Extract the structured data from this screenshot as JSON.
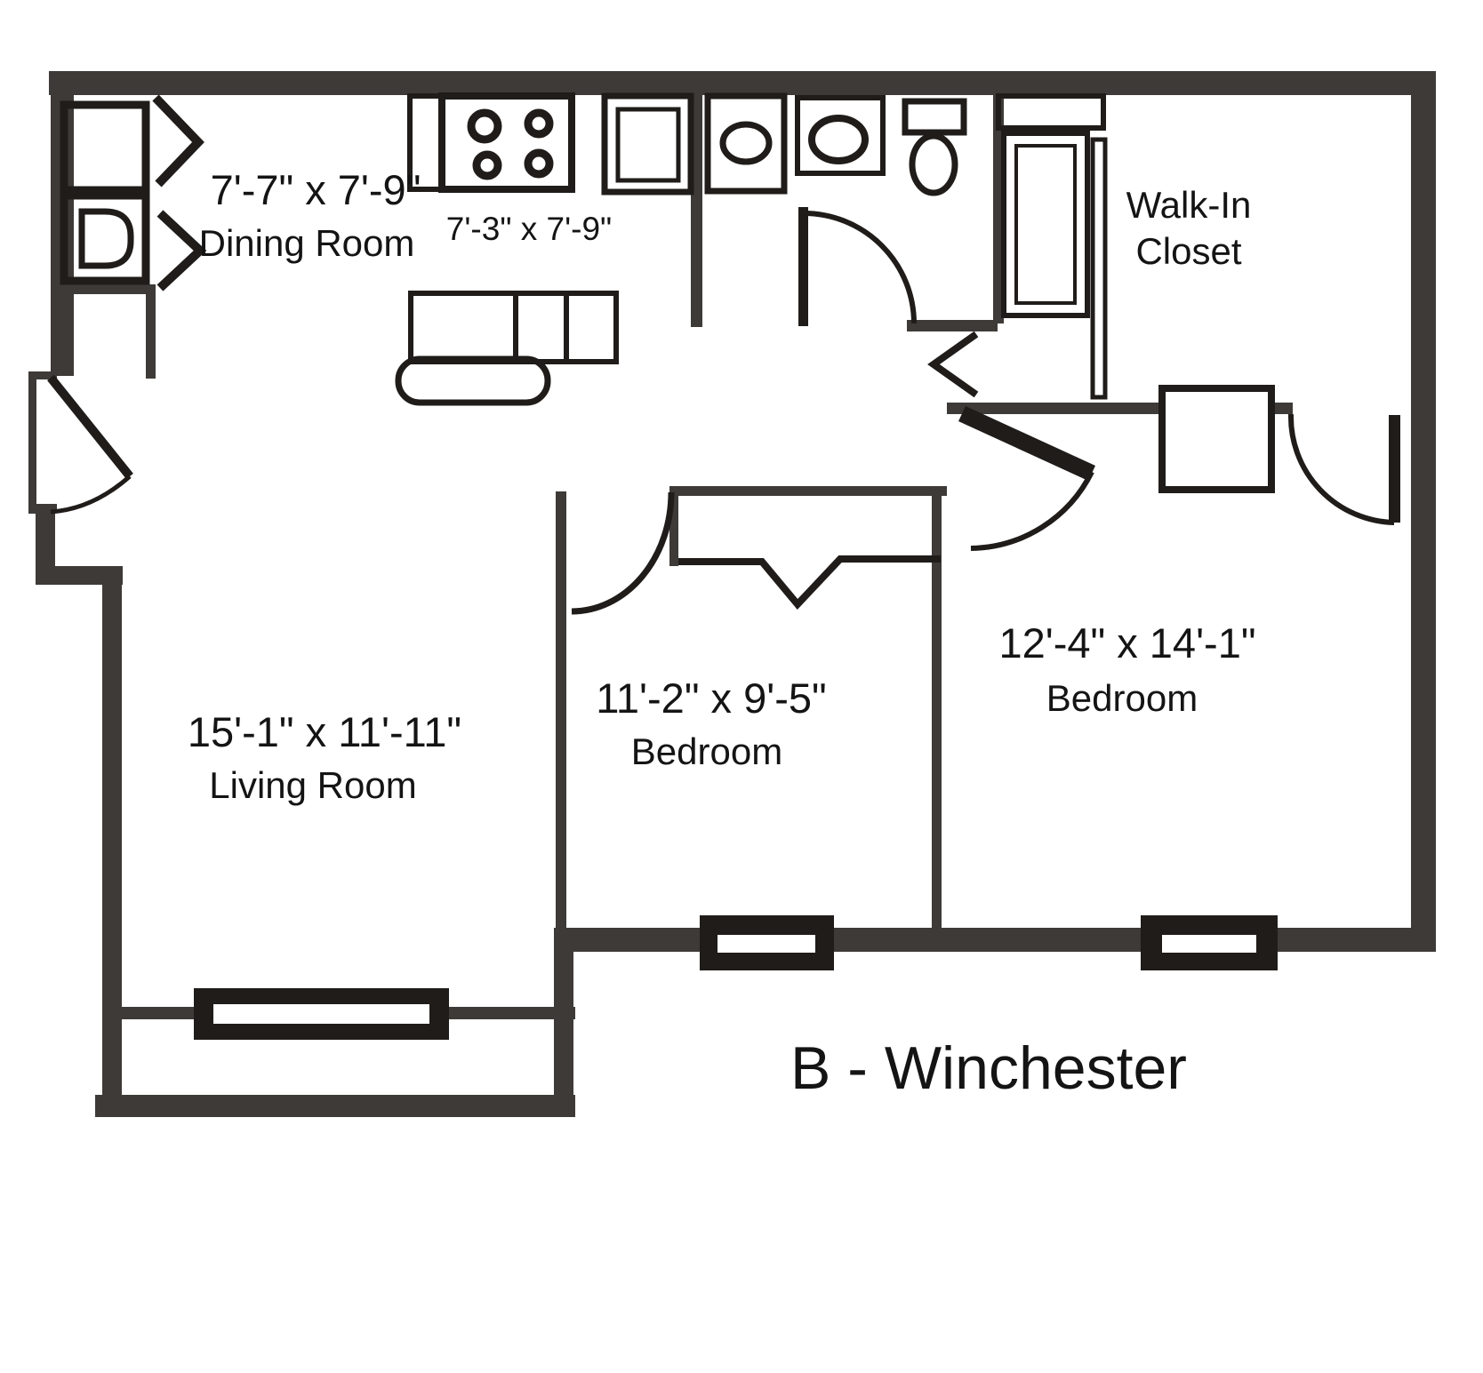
{
  "title": "B - Winchester",
  "rooms": {
    "dining_room": {
      "dimensions": "7'-7\" x 7'-9\"",
      "label": "Dining Room"
    },
    "kitchen": {
      "dimensions": "7'-3\" x 7'-9\""
    },
    "walk_in_closet": {
      "label_line1": "Walk-In",
      "label_line2": "Closet"
    },
    "living_room": {
      "dimensions": "15'-1\" x 11'-11\"",
      "label": "Living Room"
    },
    "bedroom_middle": {
      "dimensions": "11'-2\" x 9'-5\"",
      "label": "Bedroom"
    },
    "bedroom_large": {
      "dimensions": "12'-4\" x 14'-1\"",
      "label": "Bedroom"
    }
  },
  "colors": {
    "wall": "#3e3a37",
    "fixture": "#1f1c1a",
    "text": "#141414",
    "background": "#ffffff"
  }
}
